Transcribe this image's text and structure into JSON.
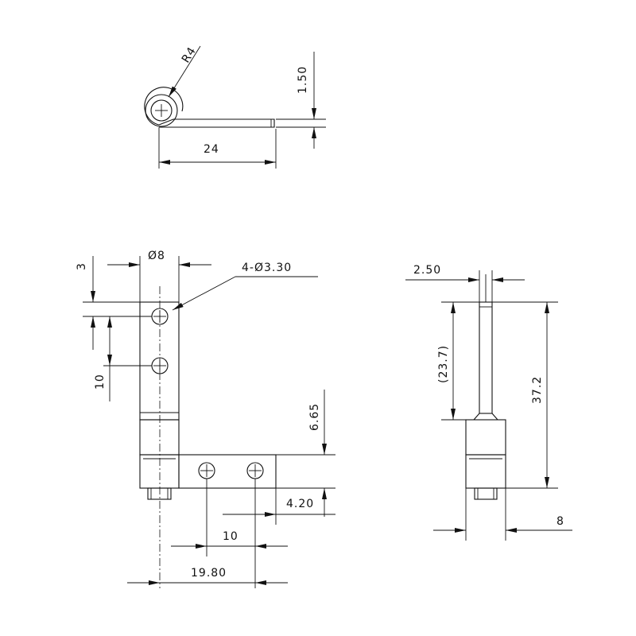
{
  "drawing": {
    "top_view": {
      "radius": "R4",
      "thickness": "1.50",
      "leaf_length": "24"
    },
    "front_view": {
      "pin_diameter": "Ø8",
      "holes": "4-Ø3.30",
      "top_offset": "3",
      "hole_pitch_vertical": "10",
      "leaf_height": "6.65",
      "pin_stub": "4.20",
      "hole_pitch_horizontal": "10",
      "leaf_offset": "19.80"
    },
    "side_view": {
      "leaf_thickness": "2.50",
      "leaf_length_ref": "(23.7)",
      "overall_height": "37.2",
      "body_width": "8"
    }
  }
}
